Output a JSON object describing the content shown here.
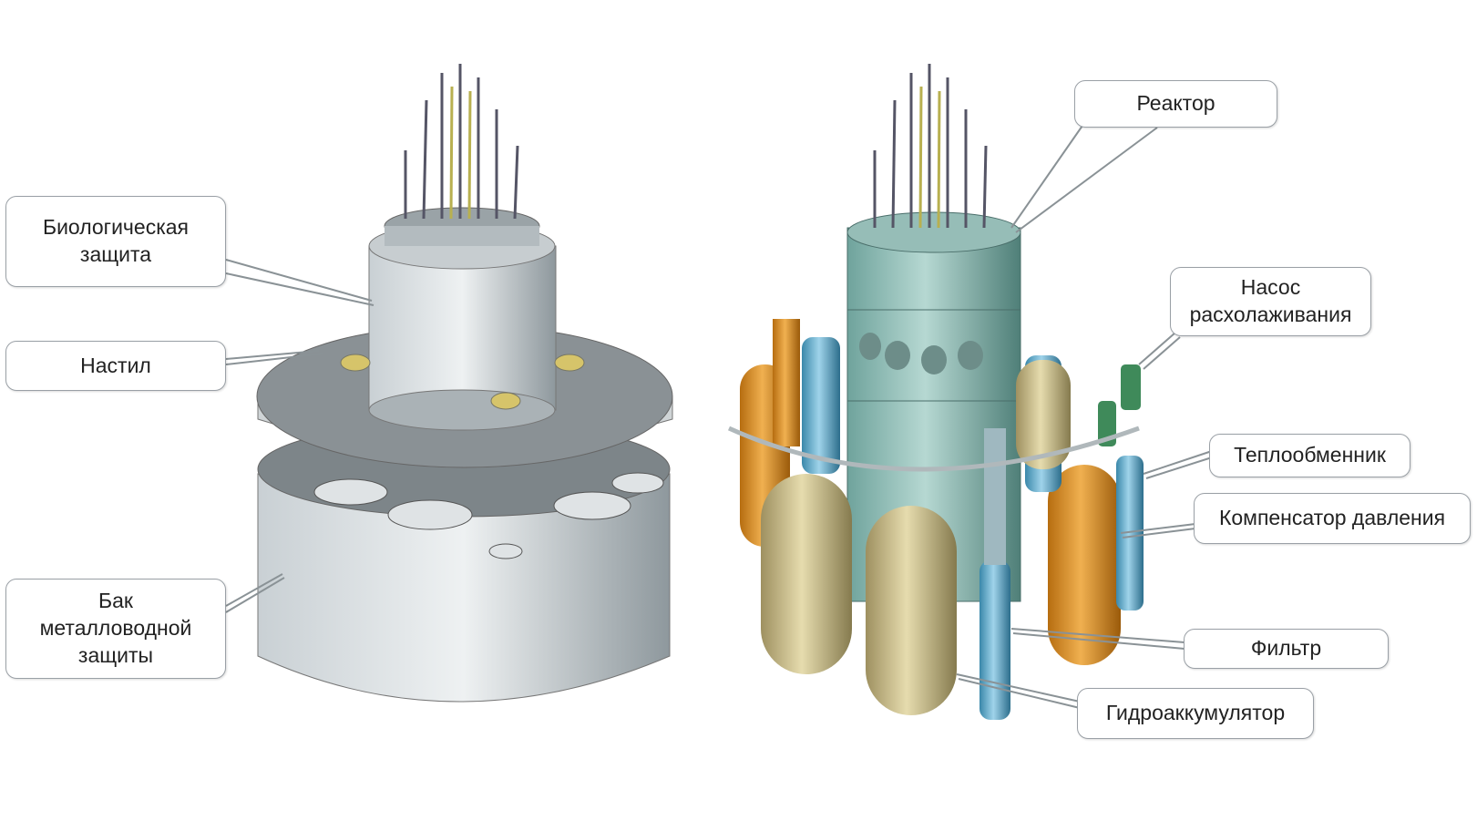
{
  "labels": {
    "bio_shield": "Биологическая\nзащита",
    "deck": "Настил",
    "tank": "Бак\nметалловодной\nзащиты",
    "reactor": "Реактор",
    "pump": "Насос\nрасхолаживания",
    "heat_exchanger": "Теплообменник",
    "pressurizer": "Компенсатор давления",
    "filter": "Фильтр",
    "accumulator": "Гидроаккумулятор"
  },
  "colors": {
    "steel": "#a9b3b8",
    "reactor_teal": "#7fb3ac",
    "orange": "#d98a1c",
    "khaki": "#c2b37a",
    "blue": "#5aa9cc",
    "green": "#3f8a5a"
  }
}
